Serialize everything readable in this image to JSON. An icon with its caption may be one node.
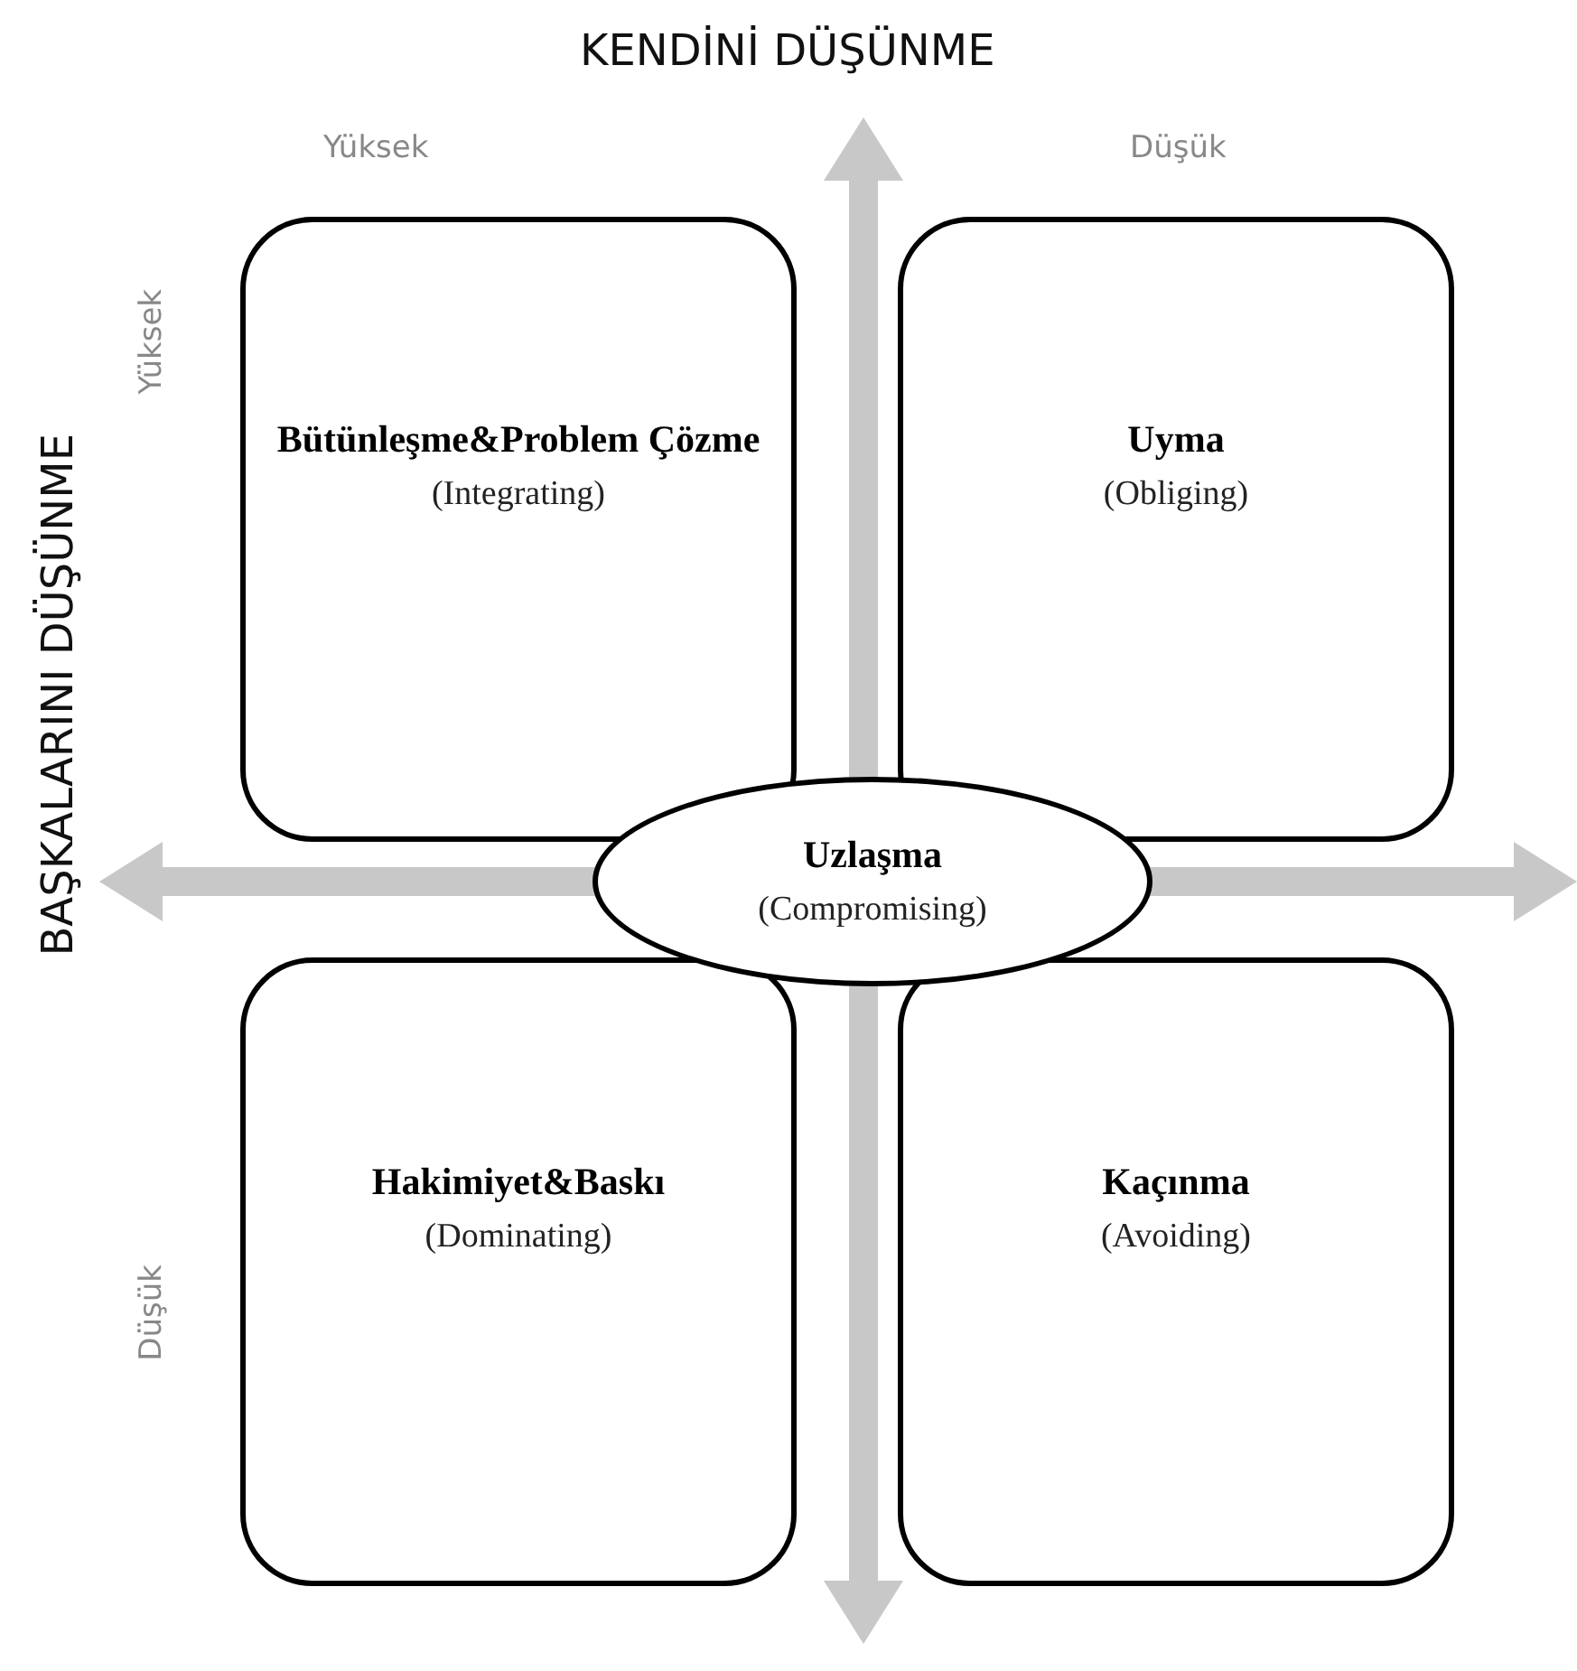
{
  "diagram": {
    "nodes": [
      {
        "text": [
          "Bütünleşme&Problem Çözme",
          "(Integrating)"
        ]
      },
      {
        "text": [
          "Uyma",
          "(Obliging)"
        ]
      },
      {
        "text": [
          "Hakimiyet&Baskı",
          "(Dominating)"
        ]
      },
      {
        "text": [
          "Kaçınma",
          "(Avoiding)"
        ]
      },
      {
        "text": [
          "Uzlaşma",
          "(Compromising)"
        ]
      }
    ],
    "edges": [],
    "labels": [
      "KENDİNİ DÜŞÜNME",
      "Yüksek",
      "Düşük",
      "BAŞKALARINI DÜŞÜNME",
      "Yüksek",
      "Düşük"
    ]
  }
}
